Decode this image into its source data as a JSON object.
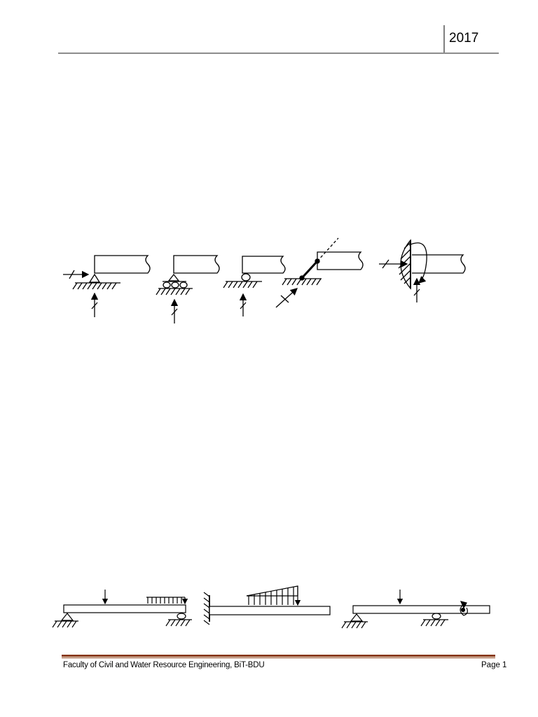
{
  "header": {
    "year": "2017"
  },
  "footer": {
    "institution": "Faculty of Civil and Water Resource Engineering, BiT-BDU",
    "page_label": "Page 1"
  },
  "colors": {
    "footer_rule": "#8a3b12",
    "header_rule": "#8c8c8c",
    "ink": "#000000"
  },
  "figures": [
    {
      "name": "support-types-figure",
      "items": [
        "pin-support",
        "roller-support-three-rollers",
        "roller-support-single",
        "link-support",
        "fixed-support"
      ]
    },
    {
      "name": "beam-examples-figure",
      "items": [
        "simply-supported-beam",
        "cantilever-beam",
        "overhanging-beam"
      ]
    }
  ]
}
